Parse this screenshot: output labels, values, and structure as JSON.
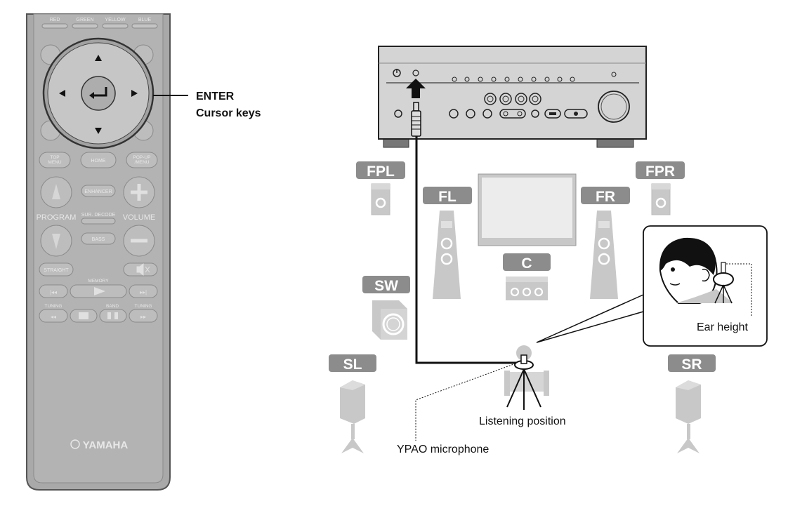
{
  "remote": {
    "color_buttons": [
      "RED",
      "GREEN",
      "YELLOW",
      "BLUE"
    ],
    "buttons": {
      "top_menu": "TOP\nMENU",
      "home": "HOME",
      "popup_menu": "POP-UP\n/MENU",
      "enhancer": "ENHANCER",
      "program": "PROGRAM",
      "sur_decode": "SUR. DECODE",
      "volume": "VOLUME",
      "bass": "BASS",
      "straight": "STRAIGHT",
      "memory": "MEMORY",
      "tuning_left": "TUNING",
      "band": "BAND",
      "tuning_right": "TUNING"
    },
    "brand": "YAMAHA",
    "callouts": {
      "enter": "ENTER",
      "cursor_keys": "Cursor keys"
    }
  },
  "speakers": {
    "fpl": "FPL",
    "fpr": "FPR",
    "fl": "FL",
    "fr": "FR",
    "c": "C",
    "sw": "SW",
    "sl": "SL",
    "sr": "SR"
  },
  "labels": {
    "ear_height": "Ear height",
    "listening_position": "Listening position",
    "ypao_microphone": "YPAO microphone"
  },
  "colors": {
    "remote_body": "#a9a9a9",
    "remote_button": "#bdbdbd",
    "speaker_label_bg": "#8c8c8c",
    "speaker_body": "#c8c8c8",
    "line": "#1a1a1a"
  }
}
